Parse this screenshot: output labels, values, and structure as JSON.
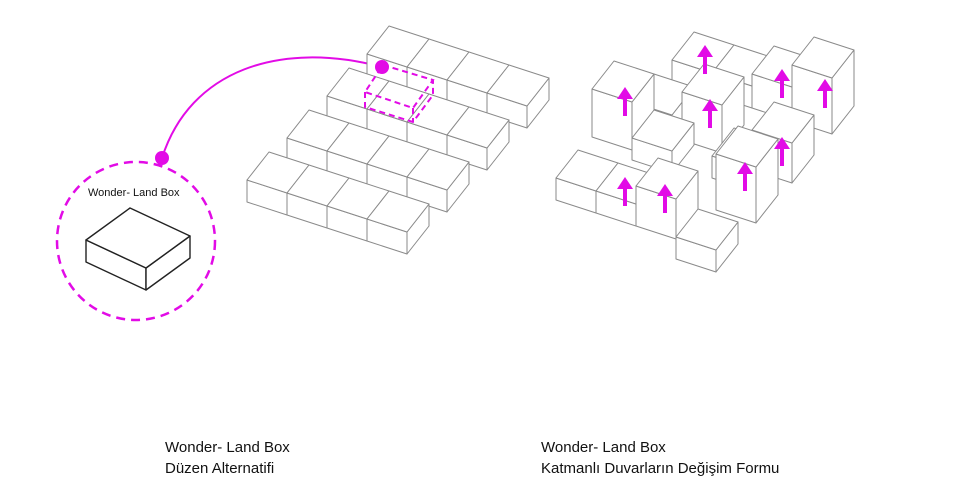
{
  "inset": {
    "label": "Wonder- Land Box"
  },
  "captions": {
    "left": {
      "line1": "Wonder- Land Box",
      "line2": "Düzen Alternatifi"
    },
    "right": {
      "line1": "Wonder- Land Box",
      "line2": "Katmanlı Duvarların Değişim Formu"
    }
  },
  "colors": {
    "accent": "#e20be6",
    "box_edge": "#8a8a8a",
    "box_edge_dark": "#222222",
    "box_fill": "#ffffff"
  }
}
